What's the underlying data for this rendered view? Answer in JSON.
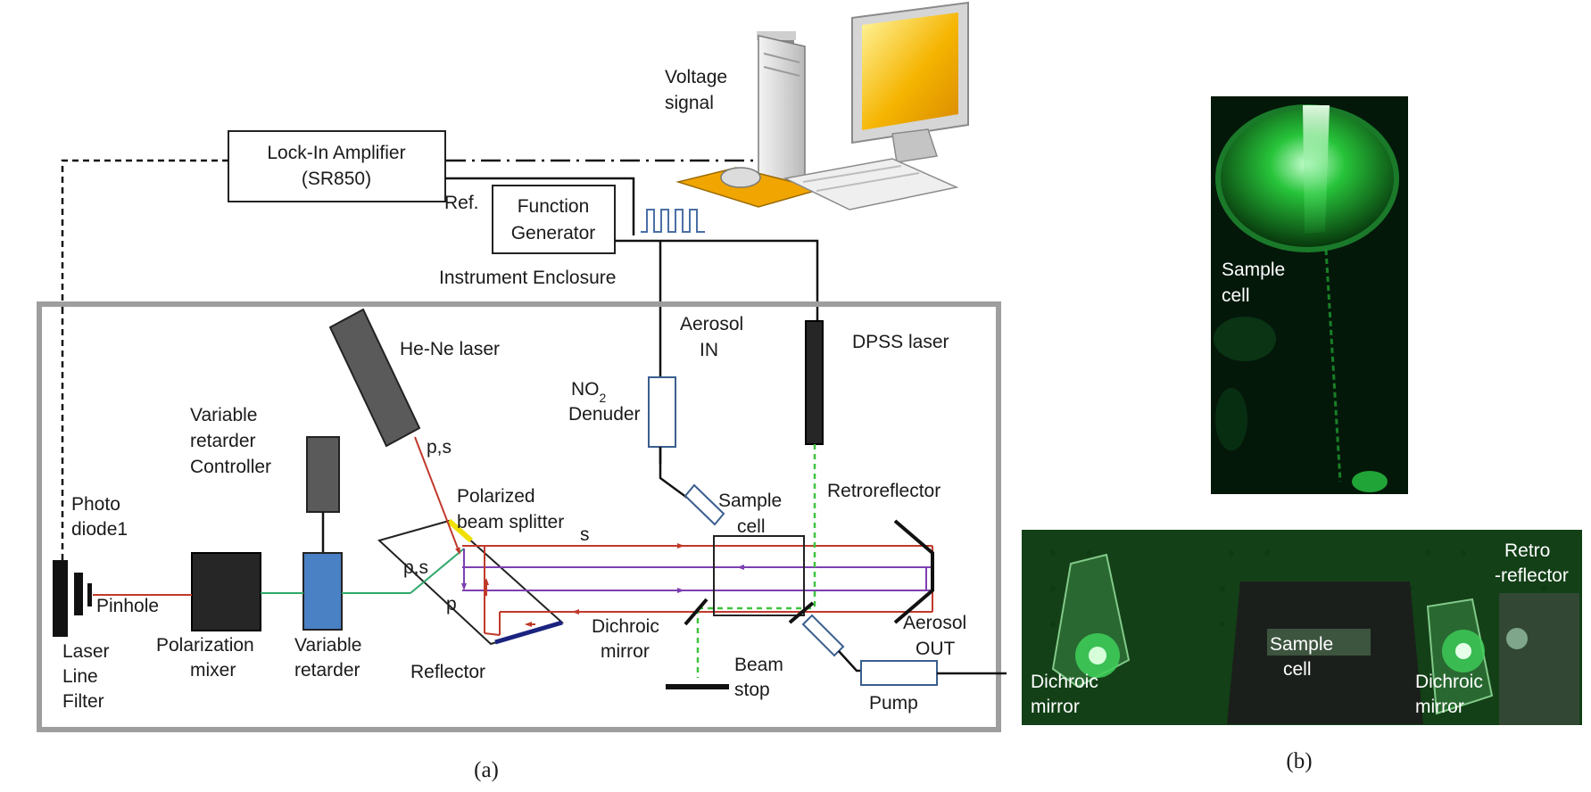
{
  "panel_a": {
    "caption": "(a)",
    "lock_in": {
      "line1": "Lock-In Amplifier",
      "line2": "(SR850)"
    },
    "ref": "Ref.",
    "function_generator": {
      "line1": "Function",
      "line2": "Generator"
    },
    "voltage_signal": {
      "line1": "Voltage",
      "line2": "signal"
    },
    "enclosure": "Instrument Enclosure",
    "he_ne_laser": "He-Ne laser",
    "aerosol_in": {
      "line1": "Aerosol",
      "line2": "IN"
    },
    "dpss_laser": "DPSS laser",
    "no2_denuder": {
      "line1_main": "NO",
      "line1_sub": "2",
      "line2": "Denuder"
    },
    "variable_retarder_controller": {
      "line1": "Variable",
      "line2": "retarder",
      "line3": "Controller"
    },
    "photodiode": {
      "line1": "Photo",
      "line2": "diode1"
    },
    "ps_top": "p,s",
    "polarized_beam_splitter": {
      "line1": "Polarized",
      "line2": "beam splitter"
    },
    "s_label": "s",
    "sample_cell": {
      "line1": "Sample",
      "line2": "cell"
    },
    "retroreflector": "Retroreflector",
    "pinhole": "Pinhole",
    "ps_mid": "p,s",
    "p_label": "p",
    "aerosol_out": {
      "line1": "Aerosol",
      "line2": "OUT"
    },
    "laser_line_filter": {
      "line1": "Laser",
      "line2": "Line",
      "line3": "Filter"
    },
    "polarization_mixer": {
      "line1": "Polarization",
      "line2": "mixer"
    },
    "variable_retarder": {
      "line1": "Variable",
      "line2": "retarder"
    },
    "reflector": "Reflector",
    "dichroic_mirror": {
      "line1": "Dichroic",
      "line2": "mirror"
    },
    "beam_stop": {
      "line1": "Beam",
      "line2": "stop"
    },
    "pump": "Pump",
    "colors": {
      "red_beam": "#c0392b",
      "purple_beam": "#7d3fb0",
      "green_beam": "#2ea86a",
      "green_dashed": "#3ec43e",
      "beam_splitter_edge": "#f0e000",
      "reflector_edge": "#1a237e",
      "retarder_fill": "#4a80c4",
      "enclosure": "#9e9e9e"
    }
  },
  "panel_b": {
    "caption": "(b)",
    "top_photo": {
      "line1": "Sample",
      "line2": "cell"
    },
    "bottom_photo": {
      "retro": {
        "line1": "Retro",
        "line2": "-reflector"
      },
      "sample_cell": {
        "line1": "Sample",
        "line2": "cell"
      },
      "dichroic_left": {
        "line1": "Dichroic",
        "line2": "mirror"
      },
      "dichroic_right": {
        "line1": "Dichroic",
        "line2": "mirror"
      }
    }
  }
}
